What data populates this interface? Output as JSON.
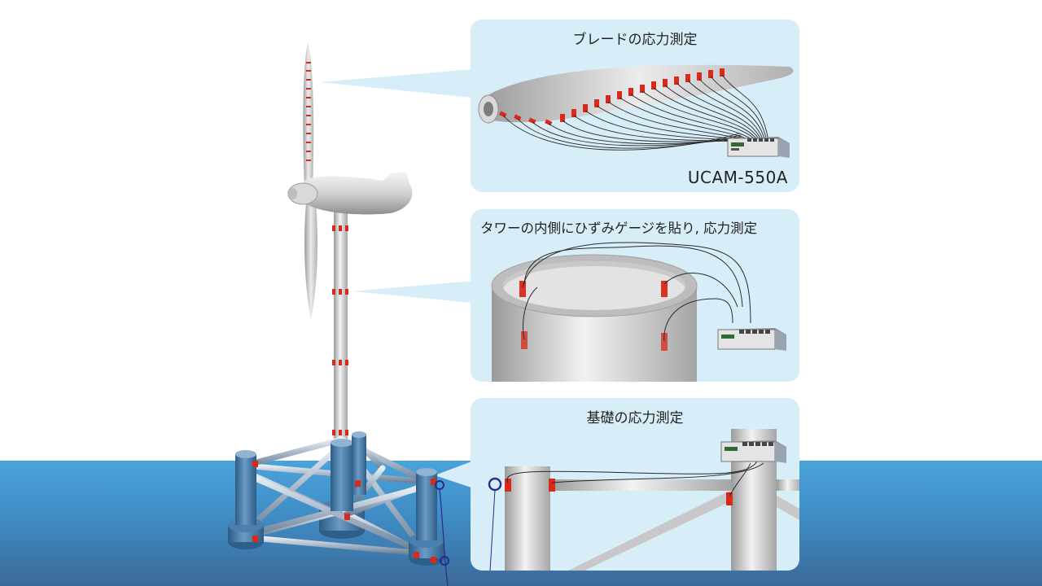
{
  "panels": {
    "blade": {
      "title": "ブレードの応力測定",
      "model": "UCAM-550A"
    },
    "tower": {
      "title": "タワーの内側にひずみゲージを貼り, 応力測定"
    },
    "foundation": {
      "title": "基礎の応力測定"
    }
  },
  "colors": {
    "sea_top": "#3f9ad3",
    "sea_bottom": "#3d6f9c",
    "panel_bg": "#d7eef9",
    "strain_gauge": "#d62a1c",
    "structure_grey": "#bcbcbc",
    "wire": "#2a2a2a"
  }
}
